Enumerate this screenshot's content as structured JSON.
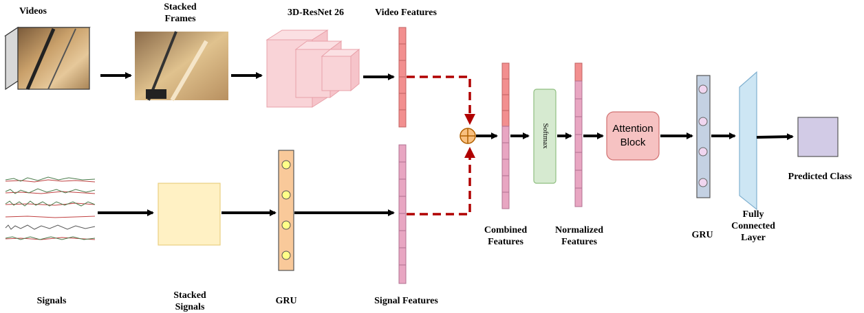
{
  "labels": {
    "videos": "Videos",
    "stacked_frames": "Stacked\nFrames",
    "resnet": "3D-ResNet 26",
    "video_features": "Video Features",
    "signals": "Signals",
    "stacked_signals": "Stacked\nSignals",
    "gru_signal": "GRU",
    "signal_features": "Signal Features",
    "combined_features": "Combined\nFeatures",
    "softmax": "Softmax",
    "normalized_features": "Normalized\nFeatures",
    "attention_block": "Attention\nBlock",
    "gru_final": "GRU",
    "fully_connected": "Fully\nConnected\nLayer",
    "predicted_class": "Predicted Class"
  },
  "colors": {
    "video_feature": "#f28f8f",
    "signal_feature": "#e8a6c2",
    "resnet_block": "#f8cfd3",
    "stacked_signals": "#fff1c4",
    "gru_signal": "#f9c99a",
    "gru_node": "#ffff88",
    "softmax": "#d6ead0",
    "attention": "#f6c2c2",
    "gru_final": "#c4d1e3",
    "gru_final_node": "#f0d6f0",
    "fc_layer": "#cde6f4",
    "predicted": "#d2cbe6",
    "fusion_arrow": "#b00000"
  }
}
